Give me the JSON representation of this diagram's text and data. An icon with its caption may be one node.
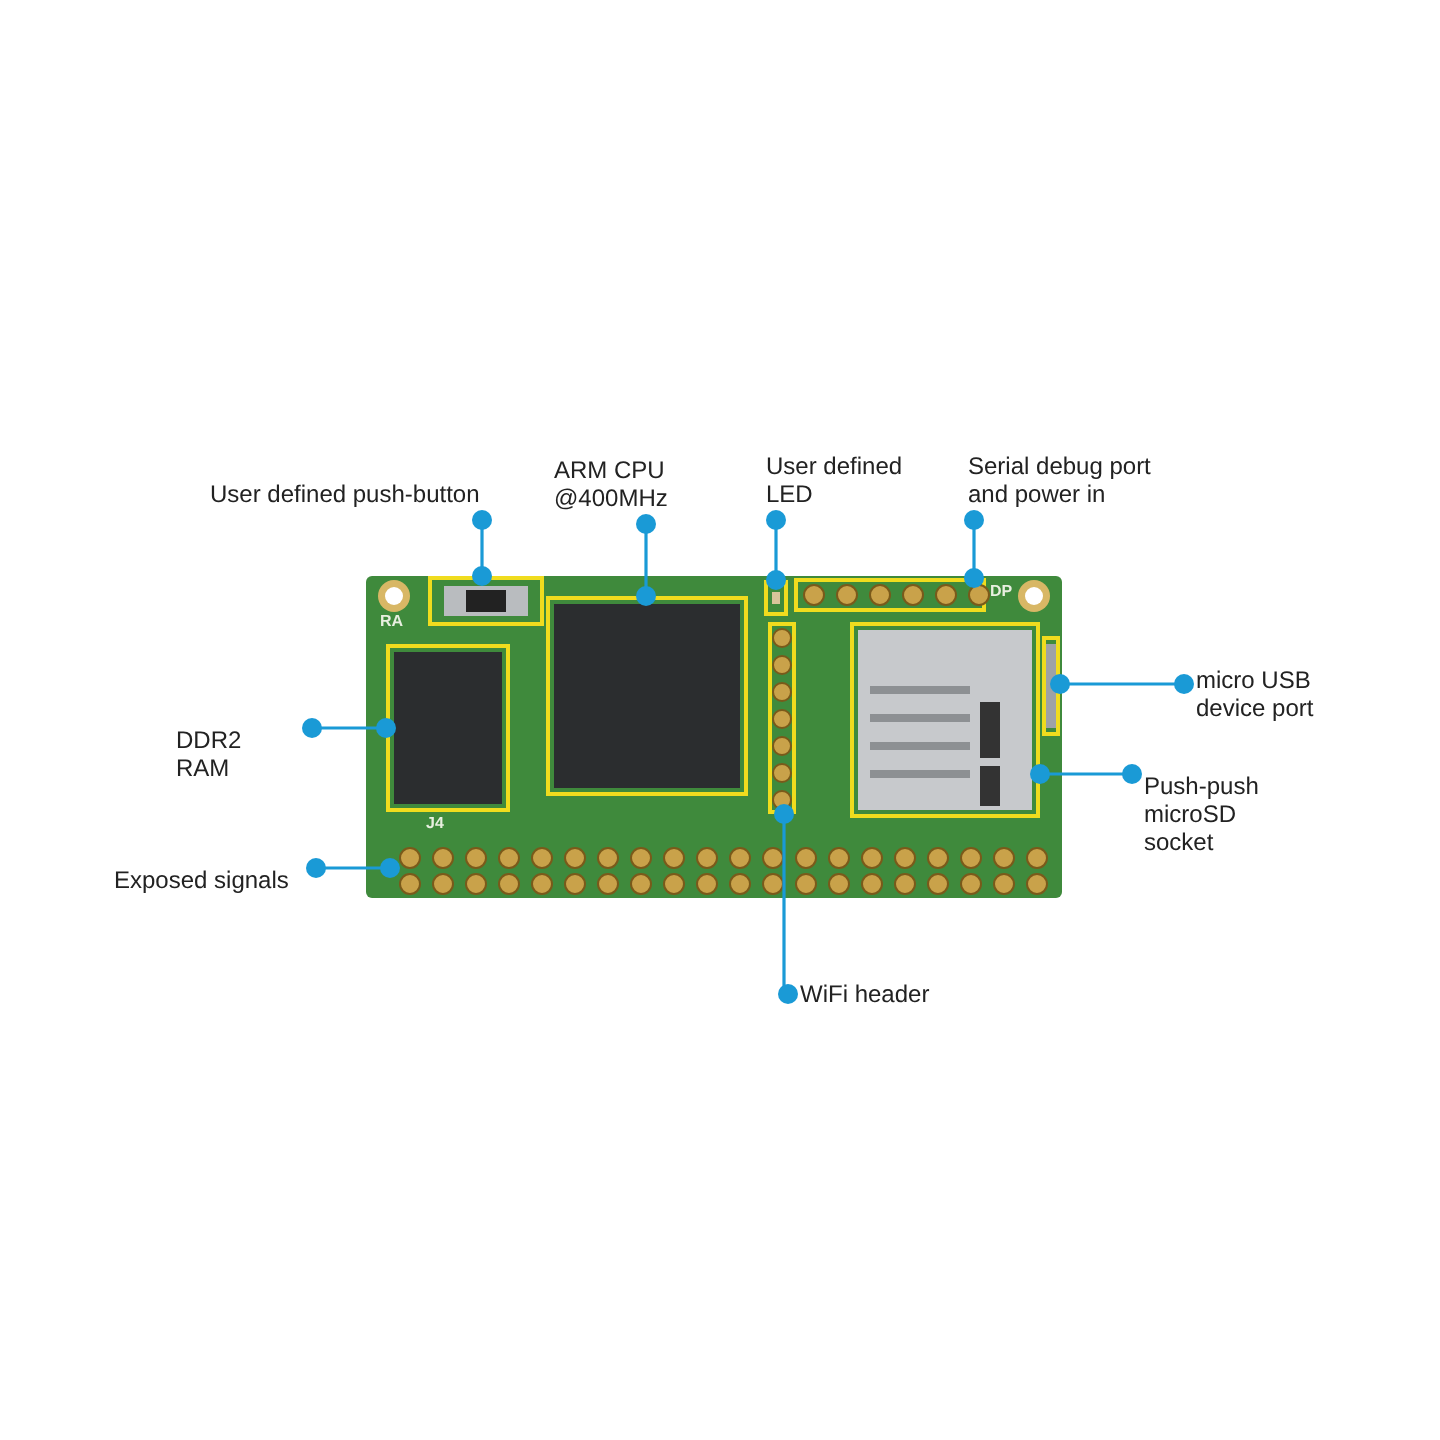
{
  "diagram": {
    "nodes": [
      {
        "text": [
          "ARM CPU @400MHz"
        ]
      },
      {
        "text": [
          "User defined LED"
        ]
      },
      {
        "text": [
          "Serial debug port and power in"
        ]
      },
      {
        "text": [
          "User defined push-button"
        ]
      },
      {
        "text": [],
        "shape": "picture"
      },
      {
        "text": [],
        "shape": "box",
        "in": 4
      },
      {
        "text": [],
        "shape": "box",
        "in": 4
      },
      {
        "text": [],
        "shape": "box",
        "in": 4
      },
      {
        "text": [],
        "shape": "box",
        "in": 4
      },
      {
        "text": [],
        "shape": "box",
        "in": 4
      },
      {
        "text": [],
        "shape": "box",
        "in": 4
      },
      {
        "text": [],
        "shape": "box",
        "in": 4
      },
      {
        "text": [],
        "shape": "box",
        "in": 4
      },
      {
        "text": [],
        "shape": "picture",
        "in": 4
      },
      {
        "text": [
          "micro USB device port"
        ]
      },
      {
        "text": [
          "DDR2 RAM"
        ]
      },
      {
        "text": [
          "Push-push microSD socket"
        ]
      },
      {
        "text": [
          "Exposed signals"
        ]
      },
      {
        "text": [
          "WiFi header"
        ]
      }
    ],
    "edges": [
      {
        "from": 0,
        "to": 8,
        "arrow": "other"
      },
      {
        "from": 1,
        "to": 6,
        "arrow": "other"
      },
      {
        "from": 2,
        "to": 7,
        "arrow": "other"
      },
      {
        "from": 3,
        "to": 5,
        "arrow": "other"
      },
      {
        "from": 14,
        "to": 11,
        "arrow": "other"
      },
      {
        "from": 15,
        "to": 12,
        "arrow": "other"
      },
      {
        "from": 16,
        "to": 10,
        "arrow": "other"
      },
      {
        "from": 17,
        "to": 13,
        "arrow": "other"
      },
      {
        "from": 18,
        "to": 9,
        "arrow": "other"
      }
    ],
    "labels": [
      "RA",
      "DP",
      "J4"
    ]
  }
}
